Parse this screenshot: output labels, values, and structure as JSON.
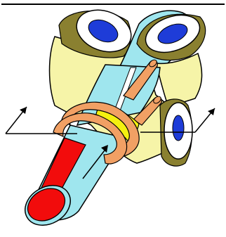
{
  "diagram": {
    "components": [
      {
        "name": "top-left-roll",
        "fill": "#F6F4A8",
        "edge": "#8A8030",
        "bore": "#1E3CD8"
      },
      {
        "name": "top-right-roll",
        "fill": "#F6F4A8",
        "edge": "#8A8030",
        "bore": "#1E3CD8"
      },
      {
        "name": "side-roll",
        "fill": "#F6F4A8",
        "edge": "#8A8030",
        "bore": "#1E3CD8"
      },
      {
        "name": "tube",
        "fill": "#9FE6EE"
      },
      {
        "name": "mandrel-core",
        "fill": "#F20C0C"
      },
      {
        "name": "induction-coil",
        "fill": "#F1A064"
      },
      {
        "name": "weld-seam",
        "fill": "#F4F010"
      }
    ],
    "arrows": [
      "left-arrow",
      "right-arrow",
      "center-arrow"
    ],
    "outline_color": "#000000",
    "background": "#FFFFFF"
  }
}
